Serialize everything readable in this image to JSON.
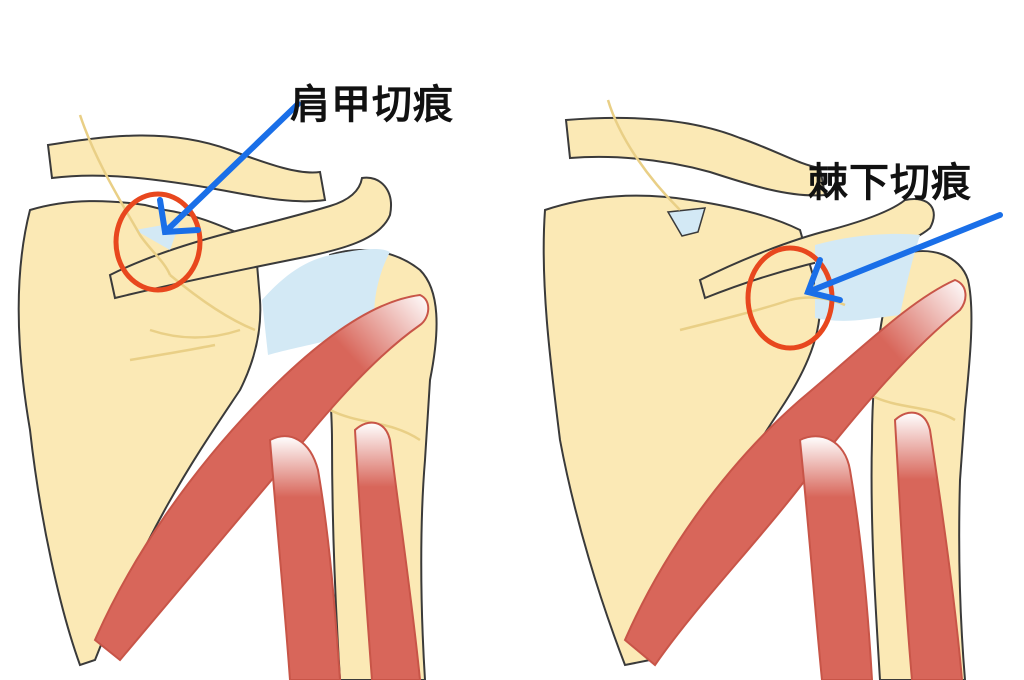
{
  "labels": {
    "left": "肩甲切痕",
    "right": "棘下切痕"
  },
  "colors": {
    "bone": "#fbe9b5",
    "bone_outline": "#3a3a3a",
    "cavity": "#d3e9f5",
    "muscle": "#d8665a",
    "muscle_outline": "#c85548",
    "muscle_highlight": "#ffffff",
    "nerve": "#e9cf86",
    "arrow": "#1a6fe8",
    "circle": "#e8471e",
    "text": "#111111"
  },
  "icons": {
    "arrow": "arrow-pointer",
    "highlight": "red-circle-marker"
  }
}
